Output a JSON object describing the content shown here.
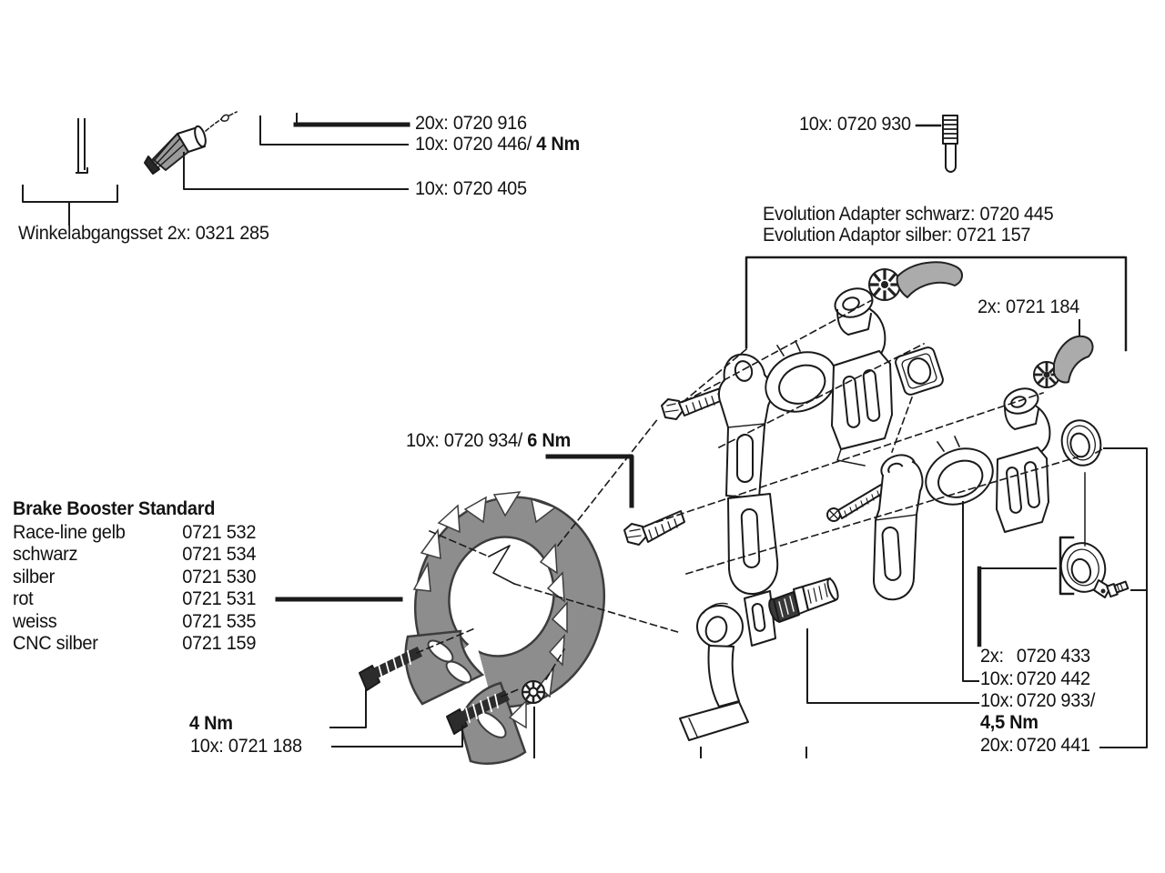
{
  "diagram_title": "Magura brake exploded parts diagram",
  "colors": {
    "background": "#ffffff",
    "line": "#1a1a1a",
    "part_gray": "#8d8d8d",
    "dark_part": "#2c2c2c"
  },
  "labels": {
    "winkelabgangsset": "Winkelabgangsset 2x: 0321 285",
    "qty_916": "20x: 0720 916",
    "qty_446": "10x: 0720 446/",
    "torque_446": "4 Nm",
    "qty_405": "10x: 0720 405",
    "qty_930": "10x: 0720 930",
    "evolution_adapter_black": "Evolution Adapter schwarz: 0720 445",
    "evolution_adapter_silver": "Evolution Adaptor silber: 0721 157",
    "qty_184": "2x: 0721 184",
    "qty_934": "10x: 0720 934/",
    "torque_934": "6 Nm",
    "torque_4nm": "4 Nm",
    "qty_1188": "10x: 0721 188",
    "torque_45nm": "4,5 Nm"
  },
  "booster_table": {
    "title": "Brake Booster Standard",
    "rows": [
      {
        "name": "Race-line gelb",
        "number": "0721 532"
      },
      {
        "name": "schwarz",
        "number": "0721 534"
      },
      {
        "name": "silber",
        "number": "0721 530"
      },
      {
        "name": "rot",
        "number": "0721 531"
      },
      {
        "name": "weiss",
        "number": "0721 535"
      },
      {
        "name": "CNC silber",
        "number": "0721 159"
      }
    ]
  },
  "parts_right": [
    {
      "qty": "2x:",
      "number": "0720 433"
    },
    {
      "qty": "10x:",
      "number": "0720 442"
    },
    {
      "qty": "10x:",
      "number": "0720 933/"
    },
    {
      "qty": "20x:",
      "number": "0720 441"
    }
  ]
}
